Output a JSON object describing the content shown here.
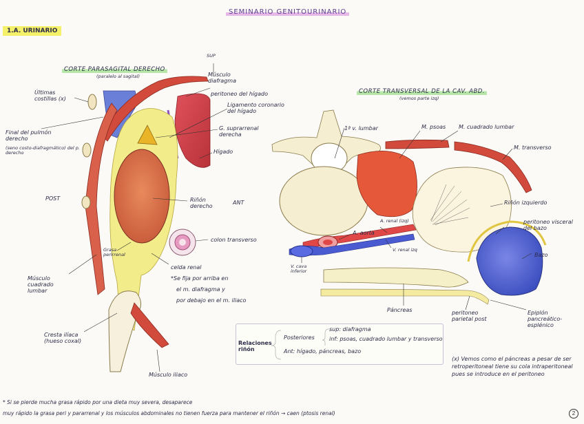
{
  "header": {
    "title": "SEMINARIO GENITOURINARIO",
    "section": "1.A. URINARIO"
  },
  "left_diagram": {
    "title": "CORTE PARASAGITAL DERECHO",
    "subtitle": "(paralelo al sagital)",
    "labels": {
      "sup": "SUP",
      "musculo_diafragma": "Músculo diafragma",
      "ultimas_costillas": "Últimas costillas (x)",
      "peritoneo_higado": "peritoneo del hígado",
      "final_pulmon": "Final del pulmón derecho",
      "seno_costodiafragmatico": "(seno costo-diafragmático) del p. derecho",
      "ligamento_coronario": "Ligamento coronario del hígado",
      "glandula_suprarrenal": "G. suprarrenal derecha",
      "higado": "Hígado",
      "post": "POST",
      "ant": "ANT",
      "rinon_derecho": "Riñón derecho",
      "colon_transverso": "colon transverso",
      "grasa_perirrenal": "Grasa perirrenal",
      "celda_renal": "celda renal",
      "celda_nota_1": "*Se fija por arriba en",
      "celda_nota_2": "el m. diafragma y",
      "celda_nota_3": "por debajo en el m. iliaco",
      "musculo_cuadrado": "Músculo cuadrado lumbar",
      "cresta_iliaca": "Cresta ilíaca (hueso coxal)",
      "musculo_iliaco": "Músculo iliaco"
    }
  },
  "right_diagram": {
    "title": "CORTE TRANSVERSAL DE LA CAV. ABD.",
    "subtitle": "(vemos parte izq)",
    "labels": {
      "vertebra_lumbar": "1ª v. lumbar",
      "psoas": "M. psoas",
      "cuadrado_lumbar": "M. cuadrado lumbar",
      "transverso": "M. transverso",
      "rinon_izquierdo": "Riñón izquierdo",
      "peritoneo_visceral_bazo": "peritoneo visceral del bazo",
      "a_renal": "A. renal (izq)",
      "a_aorta": "A. aorta",
      "v_renal": "V. renal izq",
      "v_cava": "V. cava inferior",
      "bazo": "Bazo",
      "pancreas": "Páncreas",
      "peritoneo_parietal": "peritoneo parietal post",
      "epiplon": "Epiplón pancreático-esplénico"
    }
  },
  "relations": {
    "title": "Relaciones riñón",
    "posteriores_label": "Posteriores",
    "posteriores_1": "sup: diafragma",
    "posteriores_2": "inf: psoas, cuadrado lumbar y transverso",
    "anteriores": "Ant: hígado, páncreas, bazo"
  },
  "note": {
    "text": "(x) Vemos como el páncreas a pesar de ser retroperitoneal tiene su cola intraperitoneal pues se introduce en el peritoneo"
  },
  "footer": {
    "line1": "* Si se pierde mucha grasa rápido por una dieta muy severa, desaparece",
    "line2": "muy rápido la grasa peri y pararrenal y los músculos abdominales no tienen fuerza para mantener el riñón → caen (ptosis renal)",
    "page": "2"
  }
}
